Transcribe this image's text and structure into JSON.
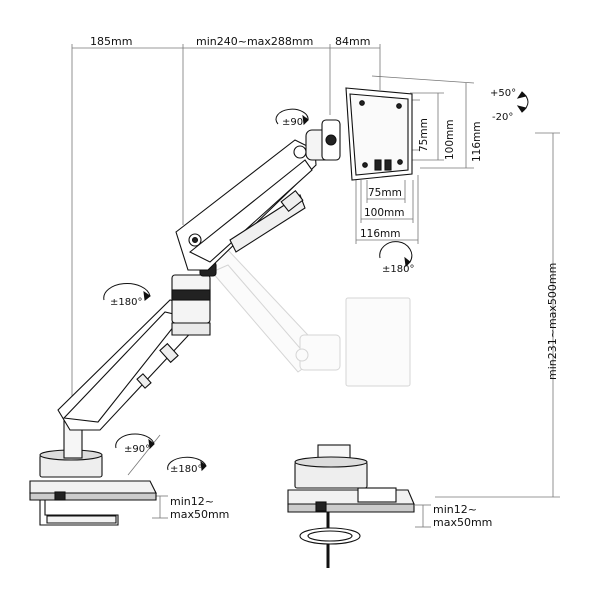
{
  "dimensions": {
    "top_left": "185mm",
    "top_middle": "min240~max288mm",
    "top_right": "84mm",
    "height_range": "min231~max500mm",
    "vesa_75_v": "75mm",
    "vesa_100_v": "100mm",
    "vesa_116_v": "116mm",
    "vesa_75_h": "75mm",
    "vesa_100_h": "100mm",
    "vesa_116_h": "116mm"
  },
  "tilt": {
    "up": "+50°",
    "down": "-20°"
  },
  "rotations": {
    "elbow_swivel": "±90°",
    "monitor_rotate": "±180°",
    "arm_rotate": "±180°",
    "base_swivel": "±90°",
    "base_rotate": "±180°"
  },
  "clamp": {
    "left_line1": "min12~",
    "left_line2": "max50mm",
    "right_line1": "min12~",
    "right_line2": "max50mm"
  },
  "colors": {
    "line": "#111111",
    "dim_line": "#666666",
    "ghost": "#999999"
  }
}
